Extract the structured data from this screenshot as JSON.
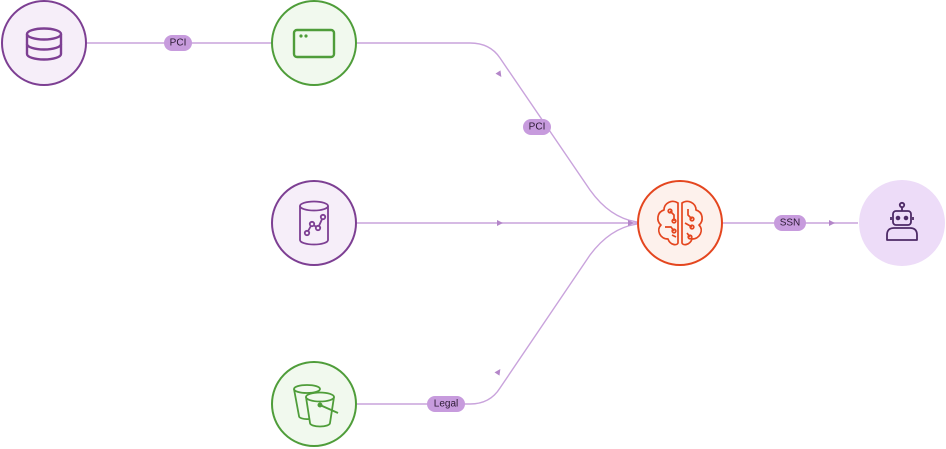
{
  "diagram": {
    "colors": {
      "purple_ring": "#7d3f93",
      "purple_fill": "#f6eef9",
      "green_ring": "#4f9d3a",
      "green_fill": "#f1f9ee",
      "red_ring": "#e4461f",
      "red_fill": "#fdf1ec",
      "robot_fill": "#eddcf8",
      "edge": "#c9a3dc",
      "badge": "#c79bdd"
    },
    "nodes": [
      {
        "id": "database",
        "icon": "database-icon",
        "style": "purple"
      },
      {
        "id": "application",
        "icon": "app-window-icon",
        "style": "green"
      },
      {
        "id": "analytics",
        "icon": "analytics-cylinder-icon",
        "style": "purple"
      },
      {
        "id": "storage",
        "icon": "storage-buckets-icon",
        "style": "green"
      },
      {
        "id": "ai-model",
        "icon": "brain-circuit-icon",
        "style": "red"
      },
      {
        "id": "agent",
        "icon": "robot-icon",
        "style": "robot"
      }
    ],
    "edge_labels": {
      "database_to_app": "PCI",
      "app_to_model": "PCI",
      "storage_to_model": "Legal",
      "model_to_agent": "SSN"
    }
  }
}
